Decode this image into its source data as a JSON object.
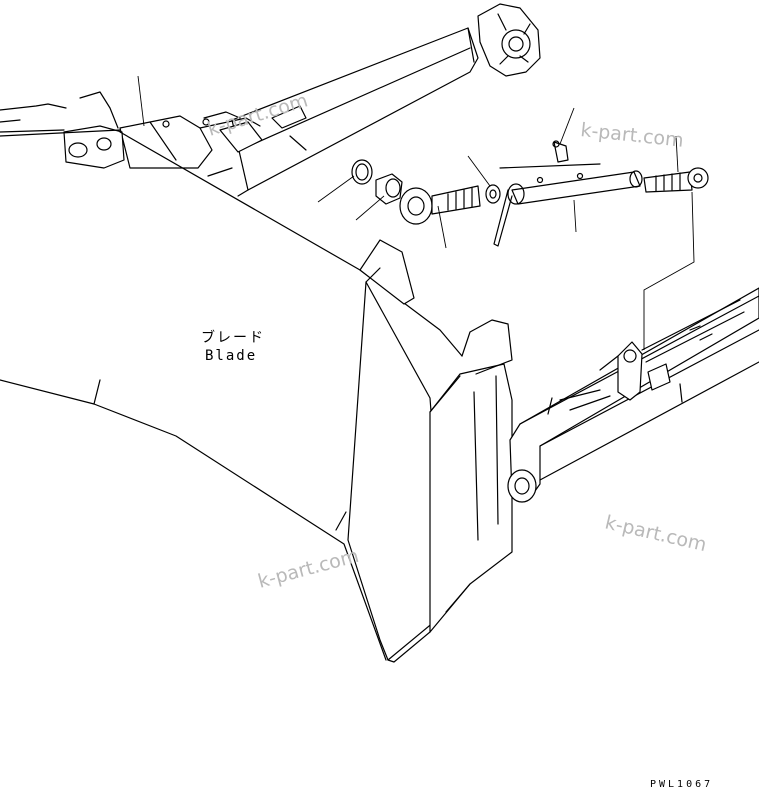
{
  "blade_label": {
    "jp": "ブレード",
    "en": "Blade"
  },
  "drawing_code": "PWL1067",
  "watermark": "k-part.com"
}
